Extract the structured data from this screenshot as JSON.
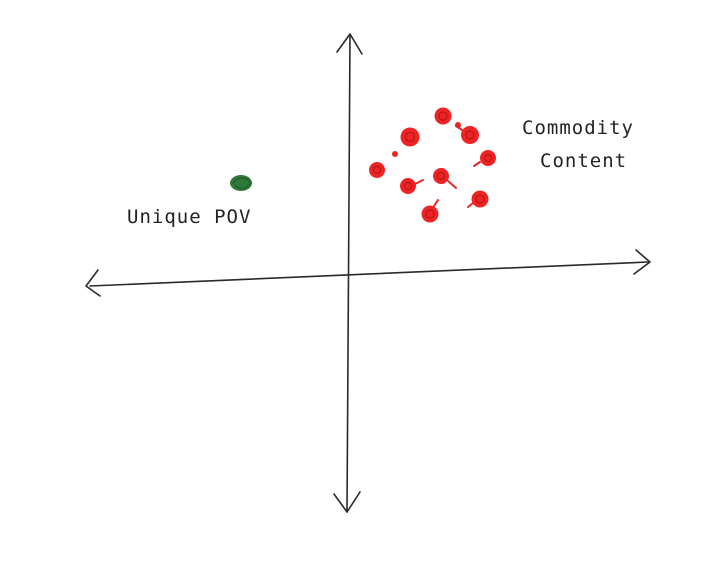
{
  "labels": {
    "unique": "Unique POV",
    "commodity_line1": "Commodity",
    "commodity_line2": "Content"
  },
  "colors": {
    "background": "#ffffff",
    "axis": "#2a2a2a",
    "commodity_dot": "#ee2424",
    "unique_dot": "#2f7a3a",
    "text": "#222222"
  },
  "groups": {
    "commodity_count": 11,
    "unique_count": 1
  }
}
